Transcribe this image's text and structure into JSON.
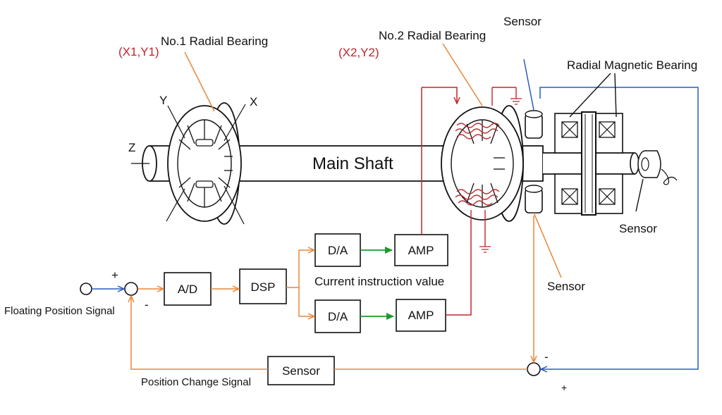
{
  "labels": {
    "bearing1": "No.1 Radial Bearing",
    "bearing1_coords": "(X1,Y1)",
    "bearing2": "No.2 Radial Bearing",
    "bearing2_coords": "(X2,Y2)",
    "sensor_top": "Sensor",
    "radial_magnetic_bearing": "Radial Magnetic Bearing",
    "sensor_right": "Sensor",
    "sensor_lower": "Sensor",
    "axis_y": "Y",
    "axis_x": "X",
    "axis_z": "Z",
    "main_shaft": "Main Shaft",
    "current_instruction": "Current instruction value",
    "floating_position": "Floating Position Signal",
    "position_change": "Position Change Signal",
    "plus_left": "+",
    "minus_left": "-",
    "minus_right": "-",
    "plus_right": "+"
  },
  "blocks": {
    "ad": "A/D",
    "dsp": "DSP",
    "da_top": "D/A",
    "amp_top": "AMP",
    "da_bottom": "D/A",
    "amp_bottom": "AMP",
    "sensor_block": "Sensor"
  },
  "colors": {
    "orange": "#e8873a",
    "blue": "#2a5cbf",
    "green": "#1e9a2e",
    "red": "#c0262b"
  }
}
